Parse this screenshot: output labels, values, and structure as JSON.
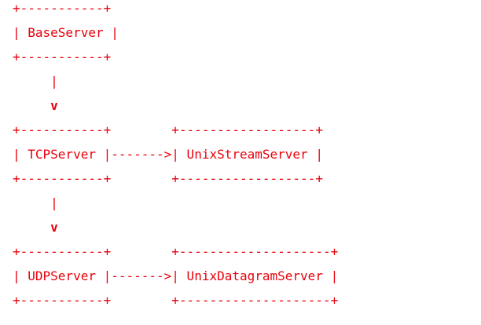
{
  "diagram": {
    "lines": [
      "+-----------+",
      "| BaseServer |",
      "+-----------+",
      "     |",
      "     v",
      "+-----------+        +------------------+",
      "| TCPServer |------->| UnixStreamServer |",
      "+-----------+        +------------------+",
      "     |",
      "     v",
      "+-----------+        +--------------------+",
      "| UDPServer |------->| UnixDatagramServer |",
      "+-----------+        +--------------------+"
    ],
    "text_color": "#e8000b"
  }
}
